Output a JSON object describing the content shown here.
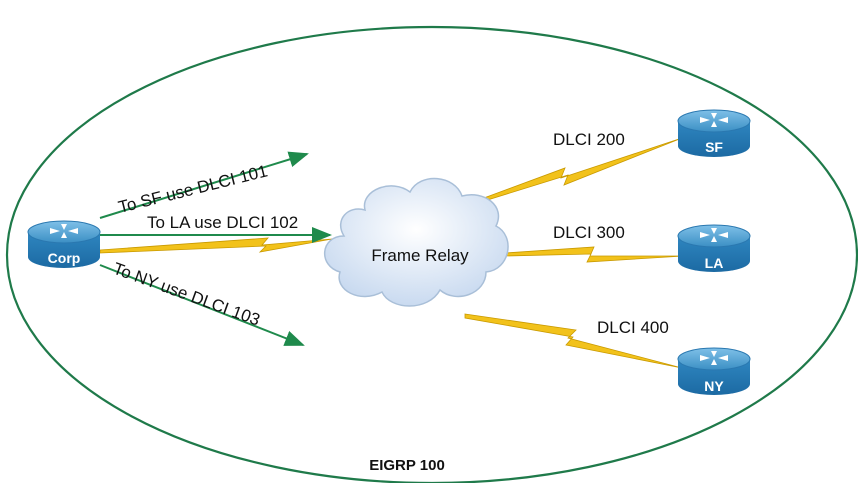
{
  "diagram": {
    "boundary_label": "EIGRP 100",
    "cloud_label": "Frame Relay",
    "routers": {
      "corp": "Corp",
      "sf": "SF",
      "la": "LA",
      "ny": "NY"
    },
    "route_labels": {
      "sf": "To SF use DLCI 101",
      "la": "To LA use DLCI 102",
      "ny": "To NY use DLCI 103"
    },
    "dlci_labels": {
      "sf": "DLCI 200",
      "la": "DLCI 300",
      "ny": "DLCI 400"
    },
    "colors": {
      "boundary": "#1f7a4a",
      "arrow": "#1f8a4c",
      "link": "#f2c21b",
      "router_fill": "#3b8fc4",
      "cloud_fill": "#dfe9f5"
    }
  }
}
